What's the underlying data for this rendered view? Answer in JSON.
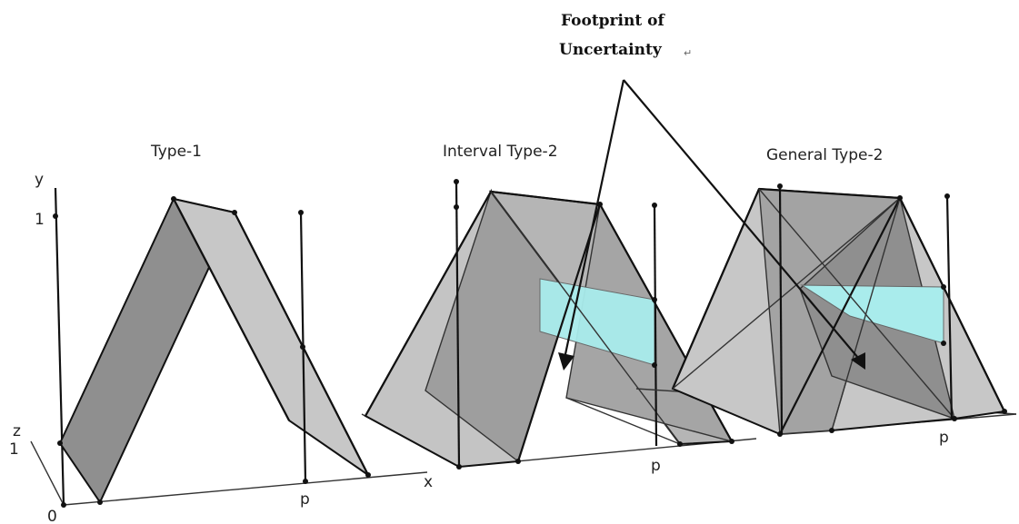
{
  "titles": {
    "type1": "Type-1",
    "interval": "Interval Type-2",
    "general": "General Type-2"
  },
  "annotation": {
    "line1": "Footprint of",
    "line2": "Uncertainty",
    "return_mark": "↵"
  },
  "axes": {
    "y_label": "y",
    "y_tick": "1",
    "z_label": "z",
    "z_tick": "1",
    "origin": "0",
    "x_label": "x",
    "p_type1": "p",
    "p_interval": "p",
    "p_general": "p"
  },
  "colors": {
    "dark_gray": "#8f8f8f",
    "light_gray": "#c9c9c9",
    "fou_cyan": "#a9ecec"
  }
}
